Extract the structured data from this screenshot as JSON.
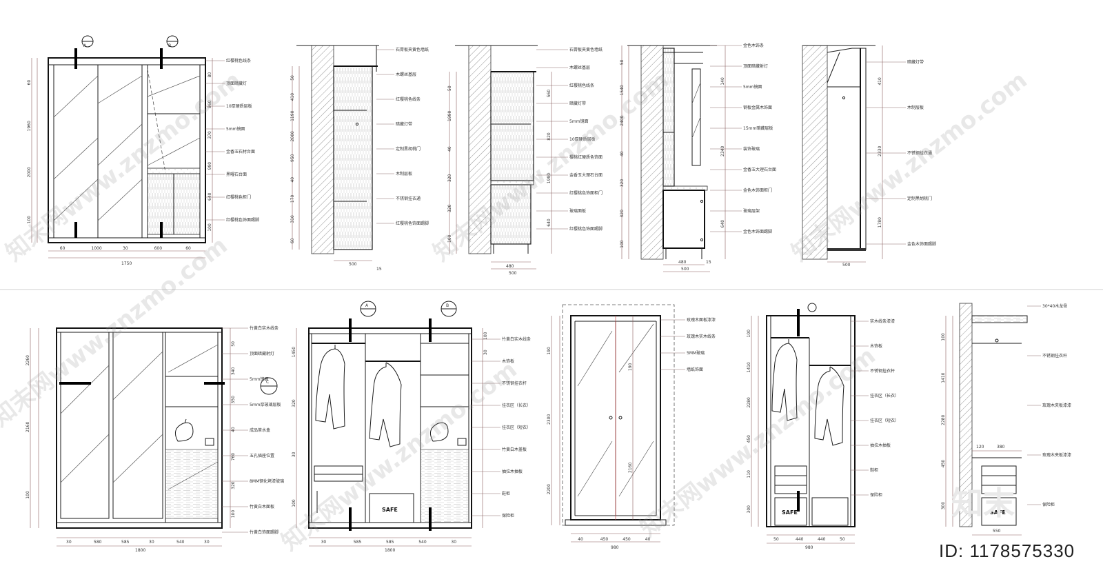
{
  "drawing": {
    "sheet_id": "ID: 1178575330",
    "logo_text": "知末",
    "watermark_text": "知末网www.znzmo.com"
  },
  "symbols": {
    "top_sec_a": "A\n-RH",
    "top_sec_b": "B\n-RH",
    "bot_sec_a": "A\n-RH",
    "bot_sec_b": "B\n-RH",
    "bot_sec_c": "C\n-RH"
  },
  "e1": {
    "labels": [
      "红樱桃色线条",
      "顶面暗藏灯",
      "10厚硬质层板",
      "5mm镜面",
      "金香玉石材台面",
      "黑曜石台面",
      "红樱桃色柜门",
      "红樱桃色饰面踢脚"
    ],
    "dims_right": [
      "80",
      "860",
      "370",
      "990",
      "640",
      "100"
    ],
    "dims_left": [
      "60",
      "1960",
      "2000",
      "100"
    ],
    "dims_bottom": [
      "60",
      "1000",
      "30",
      "600",
      "60"
    ],
    "total": "1750"
  },
  "s1": {
    "labels": [
      "石膏板夹黄色墙纸",
      "木螺丝基层",
      "红樱桃色线条",
      "暗藏灯带",
      "定制黑胡桃门",
      "木制层板",
      "不锈钢挂衣通",
      "红樱桃色饰面踢脚"
    ],
    "dims_left": [
      "50",
      "410",
      "1190",
      "2000",
      "950",
      "40",
      "170",
      "310",
      "60"
    ],
    "bottom": "500",
    "bottom2": "15"
  },
  "s2": {
    "labels": [
      "石膏板夹黄色墙纸",
      "木螺丝基层",
      "红樱桃色线条",
      "暗藏灯带",
      "5mm镜面",
      "10厚硬质层板",
      "樱桃红硬质色饰面",
      "金香玉大理石台面",
      "红樱桃色饰面柜门",
      "玻璃面板",
      "红樱桃色饰面踢脚"
    ],
    "dims_left": [
      "50",
      "1990",
      "40",
      "320",
      "320",
      "100"
    ],
    "dims_right": [
      "560",
      "820",
      "1990",
      "640"
    ],
    "bottom": [
      "480",
      "500"
    ]
  },
  "s3": {
    "labels": [
      "金色木饰条",
      "顶面暗藏射灯",
      "5mm镜面",
      "钢板金属木饰面",
      "15mm暗藏层板",
      "装饰玻璃",
      "金香玉大理石台面",
      "金色木饰面柜门",
      "玻璃层架",
      "金色木饰面踢脚"
    ],
    "dims_left": [
      "50",
      "1540",
      "2400",
      "40",
      "320",
      "320",
      "100"
    ],
    "dims_right": [
      "140",
      "2340",
      "640"
    ],
    "bottom": [
      "480",
      "15",
      "500"
    ]
  },
  "s4": {
    "labels": [
      "暗藏灯带",
      "木制层板",
      "不锈钢挂衣通",
      "定制黑胡桃门",
      "金色木饰面踢脚"
    ],
    "dims_right": [
      "410",
      "2330",
      "1780"
    ],
    "bottom": "500"
  },
  "e2": {
    "labels": [
      "竹黄白实木线条",
      "顶面暗藏射灯",
      "5mm镜面",
      "5mm厚玻璃层板",
      "成品茶水盒",
      "五孔插座位置",
      "8MM钢化烤漆玻璃",
      "竹黄白木面板",
      "竹黄白饰面踢脚"
    ],
    "dims_left": [
      "2260",
      "2160",
      "100"
    ],
    "dims_right": [
      "50",
      "340",
      "350",
      "40",
      "760",
      "320",
      "100"
    ],
    "dims_bottom": [
      "30",
      "580",
      "585",
      "30",
      "540",
      "30"
    ],
    "total": "1800"
  },
  "e3": {
    "labels": [
      "竹黄白实木线条",
      "木饰板",
      "不锈钢挂衣杆",
      "挂衣区（长衣）",
      "挂衣区（短衣）",
      "竹黄白木盖板",
      "抽拉木抽板",
      "鞋柜",
      "保险柜"
    ],
    "dims_left": [
      "1450",
      "320",
      "30",
      "100"
    ],
    "dims_right": [
      "100",
      "30"
    ],
    "dims_bottom": [
      "30",
      "585",
      "585",
      "540",
      "30"
    ],
    "total": "1800",
    "safe": "SAFE"
  },
  "e4": {
    "labels": [
      "玫瑰木面板漆漆",
      "玫瑰木实木线条",
      "5MM玻璃",
      "墙纸饰面"
    ],
    "dims_left": [
      "190",
      "2300",
      "2200"
    ],
    "dims_right": [
      "190",
      "2160"
    ],
    "dims_bottom": [
      "40",
      "450",
      "450",
      "40"
    ],
    "total": "980"
  },
  "e5": {
    "labels": [
      "实木线条漆漆",
      "木饰板",
      "不锈钢挂衣杆",
      "挂衣区（长衣）",
      "挂衣区（短衣）",
      "抽拉木抽板",
      "鞋柜",
      "保险柜"
    ],
    "dims_left": [
      "100",
      "1410",
      "2280",
      "450",
      "110",
      "300"
    ],
    "dims_bottom": [
      "50",
      "440",
      "440",
      "50"
    ],
    "total": "980",
    "safe": "SAFE"
  },
  "s5": {
    "labels": [
      "30*40木龙骨",
      "不锈钢挂衣杆",
      "玫瑰木夹板漆漆",
      "玫瑰木夹板漆漆",
      "保险柜"
    ],
    "dims_left": [
      "100",
      "1410",
      "2280",
      "450",
      "300"
    ],
    "dims_bottom": [
      "120",
      "380"
    ],
    "total": "550",
    "safe": "SAFE"
  }
}
